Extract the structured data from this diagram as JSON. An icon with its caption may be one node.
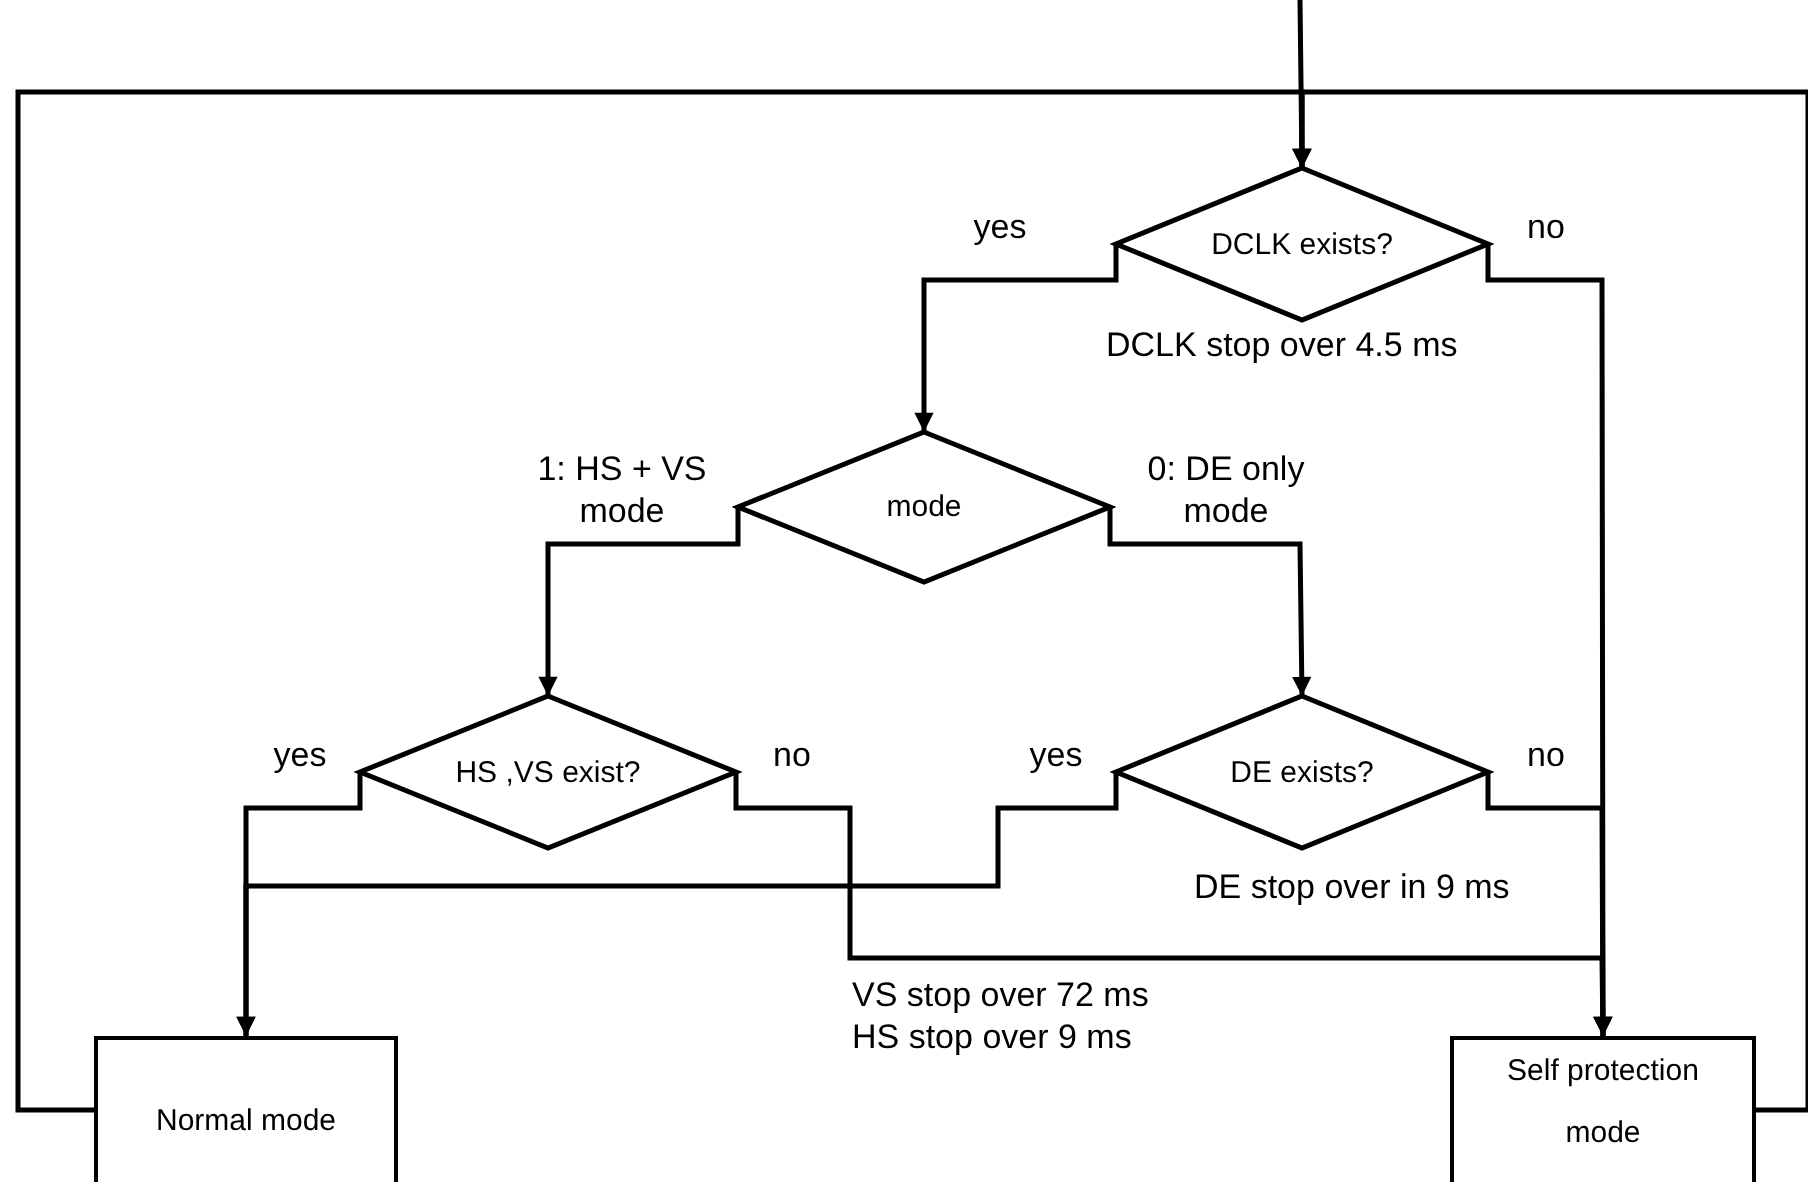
{
  "diagram": {
    "nodes": [
      {
        "text": [
          "DCLK exists?"
        ]
      },
      {
        "text": [
          "mode"
        ]
      },
      {
        "text": [
          "HS ,VS exist?"
        ]
      },
      {
        "text": [
          "DE exists?"
        ]
      },
      {
        "text": [
          "Normal mode"
        ]
      },
      {
        "text": [
          "Self protection mode"
        ]
      }
    ],
    "edges": [
      {
        "from": null,
        "to": 0,
        "arrow": "to"
      },
      {
        "from": 0,
        "to": 1,
        "arrow": "to",
        "label": "yes"
      },
      {
        "from": 0,
        "to": 5,
        "arrow": "to",
        "label": "no"
      },
      {
        "from": 1,
        "to": 2,
        "arrow": "to",
        "label": "1: HS + VS mode"
      },
      {
        "from": 1,
        "to": 3,
        "arrow": "to",
        "label": "0: DE only mode"
      },
      {
        "from": 2,
        "to": 4,
        "arrow": "to",
        "label": "yes"
      },
      {
        "from": 2,
        "to": 5,
        "arrow": "to",
        "label": "no"
      },
      {
        "from": 3,
        "to": 4,
        "arrow": "to",
        "label": "yes"
      },
      {
        "from": 3,
        "to": 5,
        "arrow": "to",
        "label": "no"
      },
      {
        "from": 4,
        "to": 0,
        "arrow": "to"
      },
      {
        "from": 5,
        "to": 0,
        "arrow": "to"
      }
    ],
    "labels": [
      "DCLK stop over 4.5 ms",
      "DE stop over in 9 ms",
      "VS stop over 72 ms HS stop over 9 ms"
    ]
  }
}
